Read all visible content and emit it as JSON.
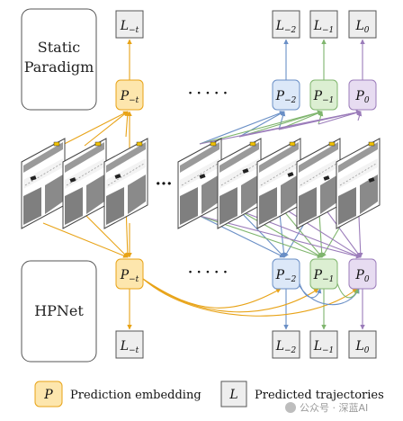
{
  "paradigms": {
    "static": {
      "line1": "Static",
      "line2": "Paradigm"
    },
    "hpnet": {
      "label": "HPNet"
    }
  },
  "top_row": {
    "trajectories": [
      {
        "base": "L",
        "sub": "−t"
      },
      {
        "base": "L",
        "sub": "−2"
      },
      {
        "base": "L",
        "sub": "−1"
      },
      {
        "base": "L",
        "sub": "0"
      }
    ],
    "embeddings": [
      {
        "base": "P",
        "sub": "−t"
      },
      {
        "base": "P",
        "sub": "−2"
      },
      {
        "base": "P",
        "sub": "−1"
      },
      {
        "base": "P",
        "sub": "0"
      }
    ],
    "ellipsis": "· · · · ·"
  },
  "bottom_row": {
    "embeddings": [
      {
        "base": "P",
        "sub": "−t"
      },
      {
        "base": "P",
        "sub": "−2"
      },
      {
        "base": "P",
        "sub": "−1"
      },
      {
        "base": "P",
        "sub": "0"
      }
    ],
    "trajectories": [
      {
        "base": "L",
        "sub": "−t"
      },
      {
        "base": "L",
        "sub": "−2"
      },
      {
        "base": "L",
        "sub": "−1"
      },
      {
        "base": "L",
        "sub": "0"
      }
    ],
    "ellipsis": "· · · · ·"
  },
  "frames_ellipsis": "···",
  "legend": {
    "embedding_symbol": "P",
    "embedding_label": "Prediction embedding",
    "trajectory_symbol": "L",
    "trajectory_label": "Predicted trajectories"
  },
  "watermark": "公众号 · 深蓝AI",
  "colors": {
    "orange": "#e8a317",
    "orange_fill": "#fde6ad",
    "blue": "#6a8fc6",
    "blue_fill": "#dce8f8",
    "green": "#7fb56d",
    "green_fill": "#dcefd2",
    "purple": "#9b7cba",
    "purple_fill": "#e7dcf1",
    "box_fill": "#eeeeee",
    "stroke": "#555555"
  }
}
